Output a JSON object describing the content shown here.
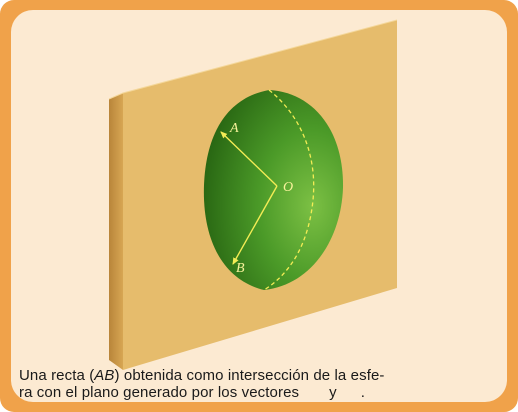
{
  "figure": {
    "labels": {
      "point_a": "A",
      "point_o": "O",
      "point_b": "B"
    },
    "colors": {
      "frame": "#f0a24a",
      "panel": "#fcead2",
      "plane_front": "#e6bc6c",
      "plane_side": "#c8953f",
      "hemisphere_dark": "#2a6a14",
      "hemisphere_light": "#6cb43a",
      "vectors": "#f3ec55"
    }
  },
  "caption": {
    "prefix": "Una recta (",
    "ab": "AB",
    "middle": ") obtenida como intersección de la esfe-",
    "line2_start": "ra con el plano generado por los vectores",
    "y": "y",
    "end": "."
  }
}
